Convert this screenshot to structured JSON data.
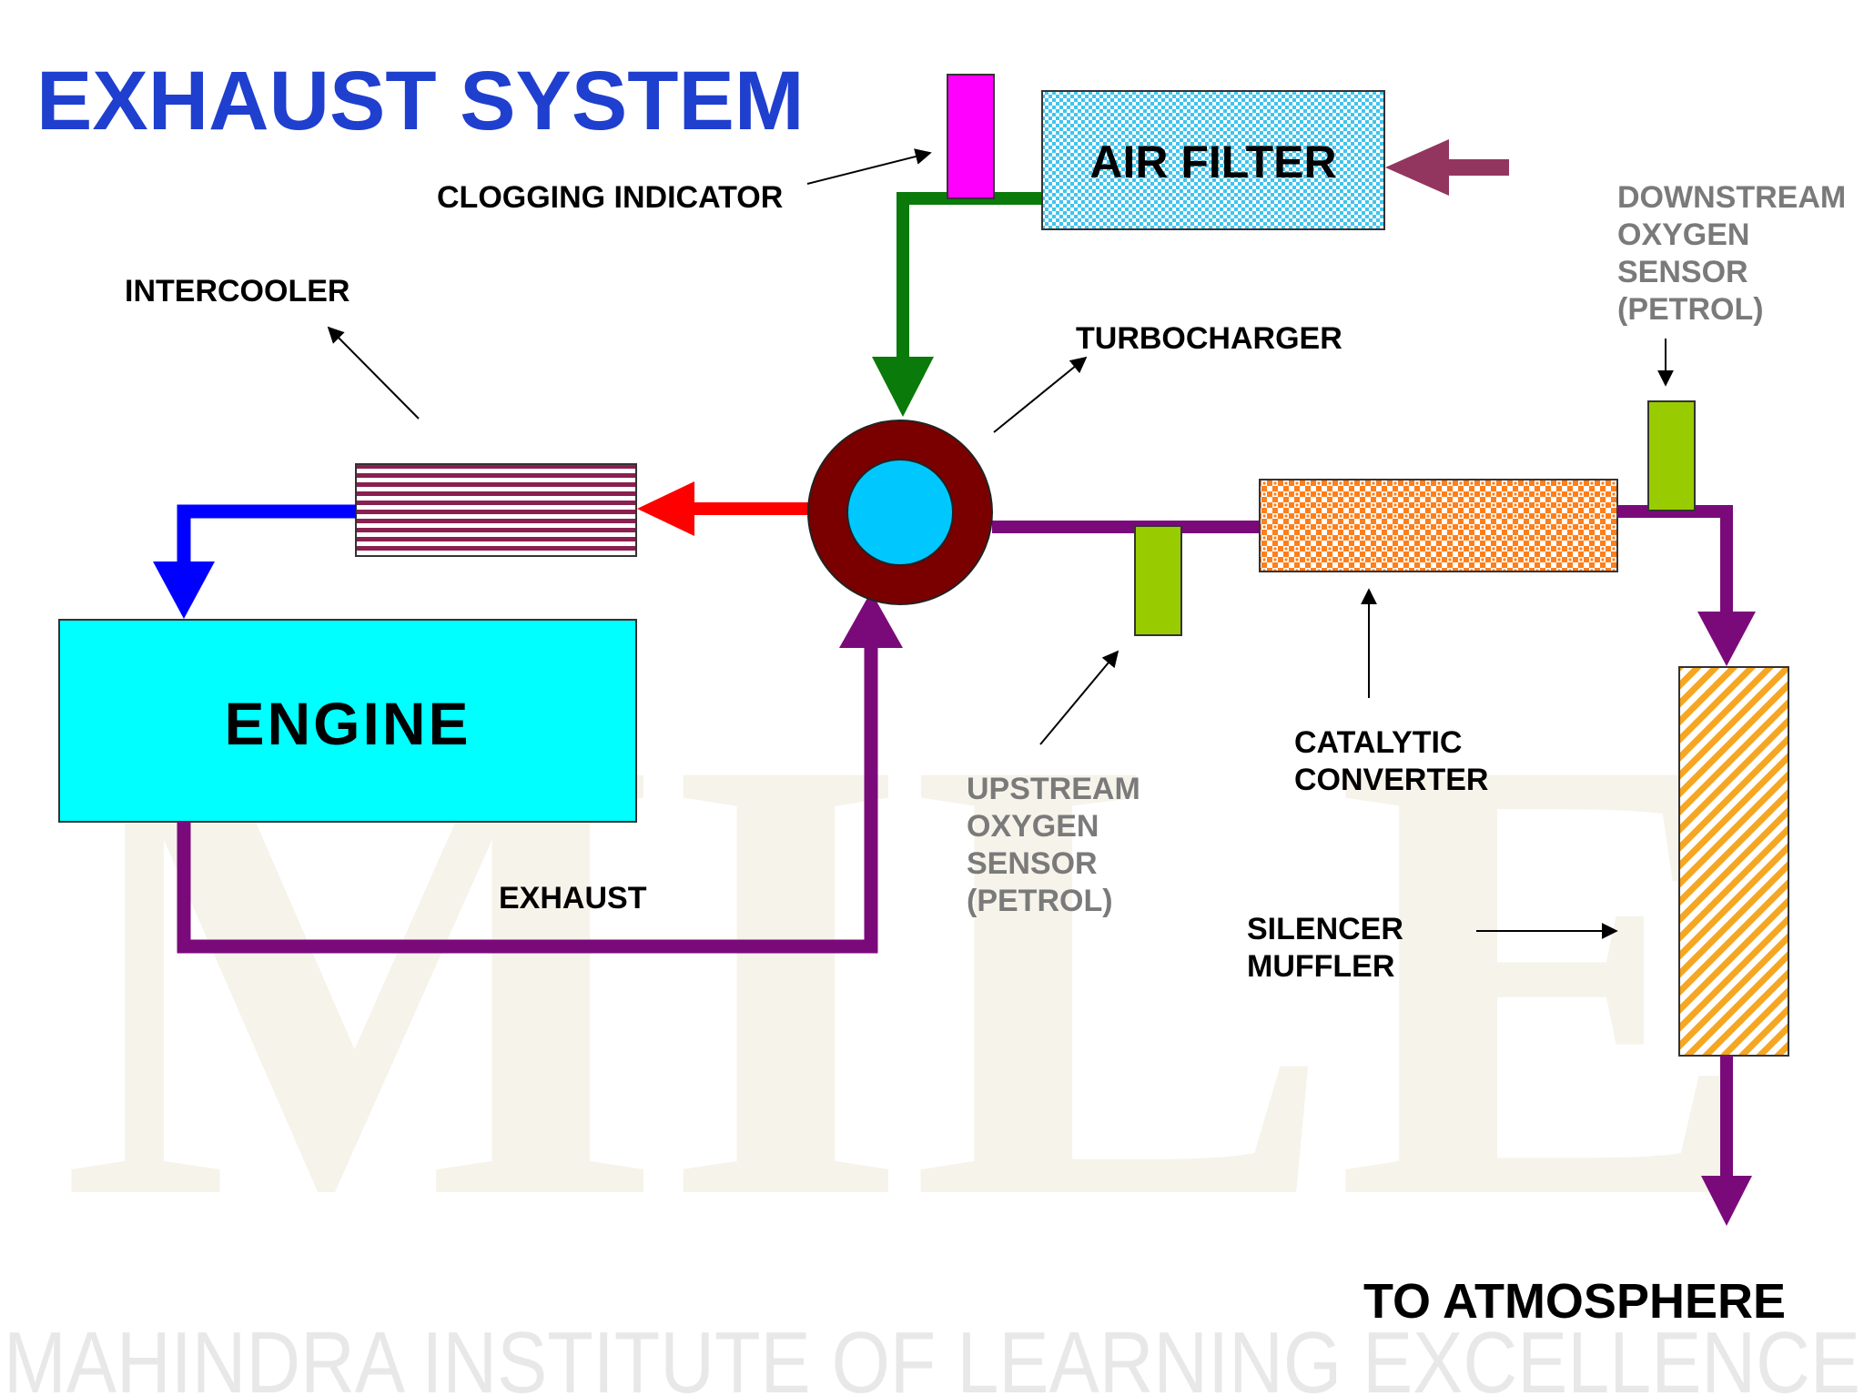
{
  "title": "EXHAUST SYSTEM",
  "watermark": {
    "logo_letters": "MILE",
    "footer_text": "MAHINDRA INSTITUTE OF LEARNING EXCELLENCE"
  },
  "components": {
    "air_filter": "AIR FILTER",
    "engine": "ENGINE"
  },
  "labels": {
    "clogging_indicator": "CLOGGING INDICATOR",
    "intercooler": "INTERCOOLER",
    "turbocharger": "TURBOCHARGER",
    "downstream_sensor": [
      "DOWNSTREAM",
      "OXYGEN",
      "SENSOR",
      "(PETROL)"
    ],
    "upstream_sensor": [
      "UPSTREAM",
      "OXYGEN",
      "SENSOR",
      "(PETROL)"
    ],
    "catalytic_converter": [
      "CATALYTIC",
      "CONVERTER"
    ],
    "silencer": [
      "SILENCER",
      "MUFFLER"
    ],
    "exhaust": "EXHAUST",
    "to_atmosphere": "TO ATMOSPHERE"
  },
  "colors": {
    "title": "#1f3fcf",
    "intake_pipe": "#0a7a0a",
    "boost_pipe": "#ff0000",
    "cooled_pipe": "#0000ff",
    "exhaust_pipe": "#7a0a7a",
    "inlet_arrow": "#93365f",
    "clogging_indicator": "#ff00ff",
    "air_filter": "#5bd1f0",
    "engine": "#00ffff",
    "turbo_outer": "#7a0000",
    "turbo_inner": "#00c8ff",
    "intercooler_stripe": "#8a2050",
    "oxygen_sensor": "#99cc00",
    "catalytic": "#ff7f1a",
    "muffler": "#f5a623"
  }
}
